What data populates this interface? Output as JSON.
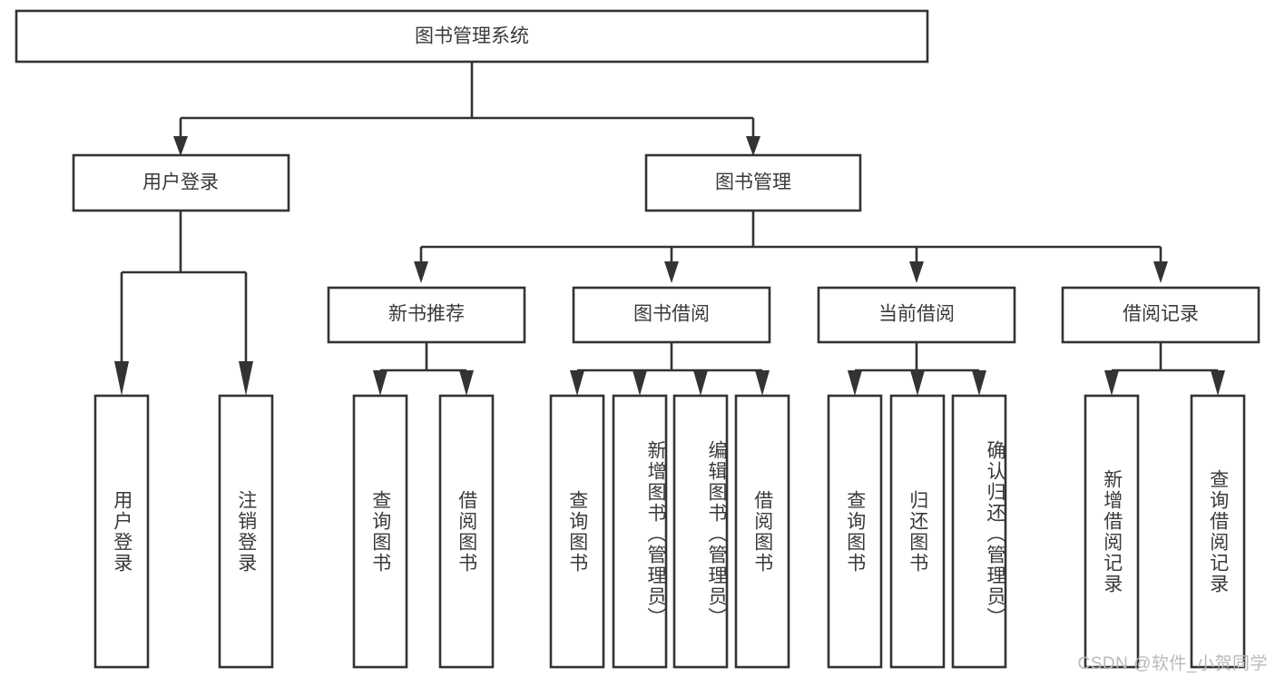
{
  "diagram": {
    "type": "tree-hierarchy",
    "title": "图书管理系统",
    "watermark": "CSDN @软件_小贺同学",
    "colors": {
      "stroke": "#333333",
      "fill": "#ffffff",
      "text": "#3a3a3a",
      "watermark": "#b9b9b9",
      "background": "#ffffff"
    },
    "levels": [
      {
        "level": 0,
        "nodes": [
          {
            "id": "root",
            "label": "图书管理系统",
            "orientation": "horizontal"
          }
        ]
      },
      {
        "level": 1,
        "nodes": [
          {
            "id": "user-login",
            "label": "用户登录",
            "orientation": "horizontal",
            "parent": "root"
          },
          {
            "id": "book-manage",
            "label": "图书管理",
            "orientation": "horizontal",
            "parent": "root"
          }
        ]
      },
      {
        "level": 2,
        "nodes": [
          {
            "id": "new-book-rec",
            "label": "新书推荐",
            "orientation": "horizontal",
            "parent": "book-manage"
          },
          {
            "id": "book-borrow",
            "label": "图书借阅",
            "orientation": "horizontal",
            "parent": "book-manage"
          },
          {
            "id": "current-borrow",
            "label": "当前借阅",
            "orientation": "horizontal",
            "parent": "book-manage"
          },
          {
            "id": "borrow-record",
            "label": "借阅记录",
            "orientation": "horizontal",
            "parent": "book-manage"
          }
        ]
      },
      {
        "level": 3,
        "nodes": [
          {
            "id": "leaf-user-login",
            "label": "用户登录",
            "orientation": "vertical",
            "parent": "user-login"
          },
          {
            "id": "leaf-logout",
            "label": "注销登录",
            "orientation": "vertical",
            "parent": "user-login"
          },
          {
            "id": "leaf-query-book-1",
            "label": "查询图书",
            "orientation": "vertical",
            "parent": "new-book-rec"
          },
          {
            "id": "leaf-borrow-book-1",
            "label": "借阅图书",
            "orientation": "vertical",
            "parent": "new-book-rec"
          },
          {
            "id": "leaf-query-book-2",
            "label": "查询图书",
            "orientation": "vertical",
            "parent": "book-borrow"
          },
          {
            "id": "leaf-add-book",
            "label": "新增图书（管理员）",
            "orientation": "vertical",
            "parent": "book-borrow"
          },
          {
            "id": "leaf-edit-book",
            "label": "编辑图书（管理员）",
            "orientation": "vertical",
            "parent": "book-borrow"
          },
          {
            "id": "leaf-borrow-book-2",
            "label": "借阅图书",
            "orientation": "vertical",
            "parent": "book-borrow"
          },
          {
            "id": "leaf-query-book-3",
            "label": "查询图书",
            "orientation": "vertical",
            "parent": "current-borrow"
          },
          {
            "id": "leaf-return-book",
            "label": "归还图书",
            "orientation": "vertical",
            "parent": "current-borrow"
          },
          {
            "id": "leaf-confirm-return",
            "label": "确认归还（管理员）",
            "orientation": "vertical",
            "parent": "current-borrow"
          },
          {
            "id": "leaf-add-record",
            "label": "新增借阅记录",
            "orientation": "vertical",
            "parent": "borrow-record"
          },
          {
            "id": "leaf-query-record",
            "label": "查询借阅记录",
            "orientation": "vertical",
            "parent": "borrow-record"
          }
        ]
      }
    ]
  }
}
